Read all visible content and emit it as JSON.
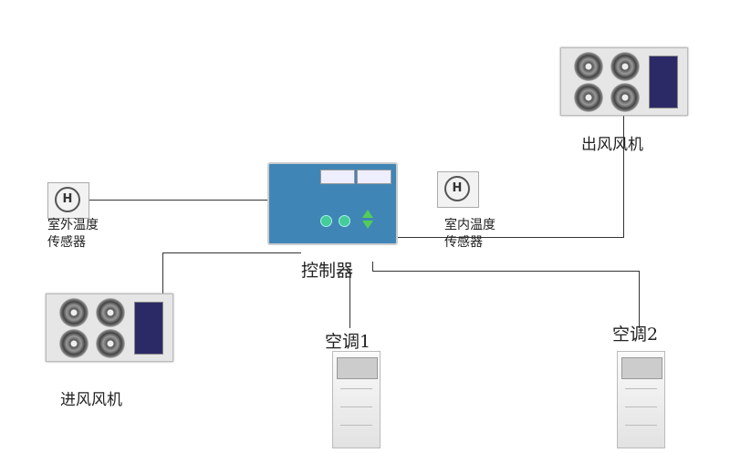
{
  "labels": {
    "outdoor_sensor_1": "室外温度",
    "outdoor_sensor_2": "传感器",
    "indoor_sensor_1": "室内温度",
    "indoor_sensor_2": "传感器",
    "controller": "控制器",
    "outlet_fan": "出风风机",
    "inlet_fan": "进风风机",
    "ac1": "空调1",
    "ac2": "空调2"
  }
}
